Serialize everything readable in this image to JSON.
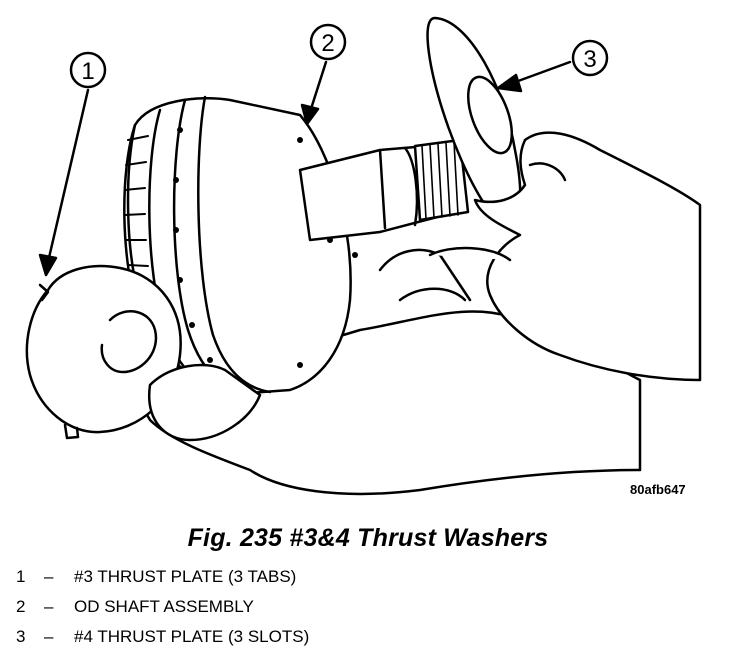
{
  "figure": {
    "callouts": [
      "1",
      "2",
      "3"
    ],
    "reference_code": "80afb647"
  },
  "caption": "Fig. 235 #3&4 Thrust Washers",
  "legend": [
    {
      "number": "1",
      "dash": "–",
      "text": "#3 THRUST PLATE (3 TABS)"
    },
    {
      "number": "2",
      "dash": "–",
      "text": "OD SHAFT ASSEMBLY"
    },
    {
      "number": "3",
      "dash": "–",
      "text": "#4 THRUST PLATE (3 SLOTS)"
    }
  ]
}
